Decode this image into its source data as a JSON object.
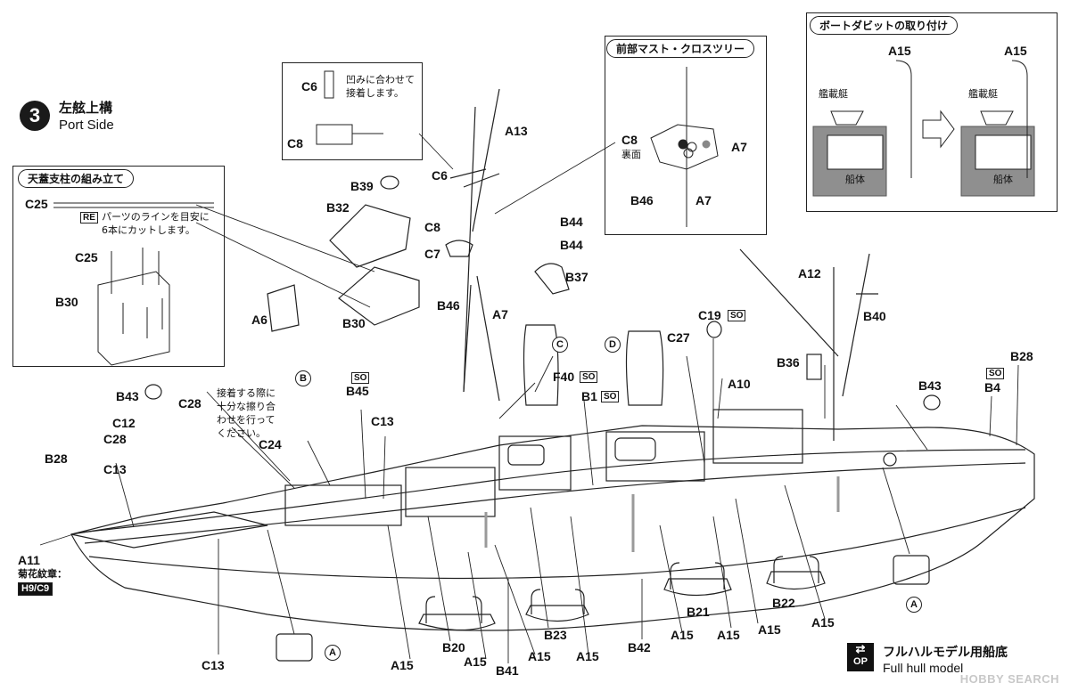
{
  "step": {
    "number": "3",
    "title_ja": "左舷上構",
    "title_en": "Port Side"
  },
  "inset_canopy": {
    "title": "天蓋支柱の組み立て",
    "part": "C25",
    "re_tag": "RE",
    "note_line1": "パーツのラインを目安に",
    "note_line2": "6本にカットします。",
    "labels": {
      "c25": "C25",
      "b30": "B30"
    }
  },
  "inset_c6": {
    "note_line1": "凹みに合わせて",
    "note_line2": "接着します。",
    "labels": {
      "c6": "C6",
      "c8": "C8"
    }
  },
  "inset_mast": {
    "title": "前部マスト・クロスツリー",
    "labels": {
      "c8": "C8",
      "c8_sub": "裏面",
      "a7a": "A7",
      "a7b": "A7",
      "b46": "B46"
    }
  },
  "inset_davit": {
    "title": "ボートダビットの取り付け",
    "labels": {
      "a15a": "A15",
      "a15b": "A15",
      "boat_a": "艦載艇",
      "boat_b": "艦載艇",
      "hull_a": "船体",
      "hull_b": "船体"
    }
  },
  "note_glue": {
    "line1": "接着する際に",
    "line2": "十分な擦り合",
    "line3": "わせを行って",
    "line4": "ください。"
  },
  "callouts": {
    "a13": "A13",
    "c6": "C6",
    "b39": "B39",
    "b32": "B32",
    "c8": "C8",
    "c7": "C7",
    "b44a": "B44",
    "b44b": "B44",
    "b37": "B37",
    "a6": "A6",
    "b30": "B30",
    "b46": "B46",
    "a7": "A7",
    "c_circle": "C",
    "d_circle": "D",
    "c19": "C19",
    "so_c19": "SO",
    "c27": "C27",
    "a12": "A12",
    "b40": "B40",
    "b36": "B36",
    "a10": "A10",
    "f40": "F40",
    "so_f40": "SO",
    "b1": "B1",
    "so_b1": "SO",
    "b_circle": "B",
    "so_b45": "SO",
    "b45": "B45",
    "c13a": "C13",
    "c24": "C24",
    "b43a": "B43",
    "c28a": "C28",
    "c12": "C12",
    "c28b": "C28",
    "c13b": "C13",
    "b28a": "B28",
    "b43b": "B43",
    "so_b4": "SO",
    "b4": "B4",
    "b28b": "B28",
    "a11": "A11",
    "chrysanthemum": "菊花紋章：",
    "h9c9": "H9/C9",
    "c13c": "C13",
    "a_circle1": "A",
    "a15_1": "A15",
    "b20": "B20",
    "a15_2": "A15",
    "b41": "B41",
    "a15_3": "A15",
    "b23": "B23",
    "a15_4": "A15",
    "b42": "B42",
    "a15_5": "A15",
    "b21": "B21",
    "a15_6": "A15",
    "a15_7": "A15",
    "b22": "B22",
    "a15_8": "A15",
    "a_circle2": "A"
  },
  "full_hull": {
    "op": "OP",
    "title_ja": "フルハルモデル用船底",
    "title_en": "Full hull model"
  },
  "watermark": "HOBBY SEARCH",
  "colors": {
    "ink": "#111111",
    "gray": "#8a8a8a",
    "lightgray": "#d0d0d0"
  }
}
